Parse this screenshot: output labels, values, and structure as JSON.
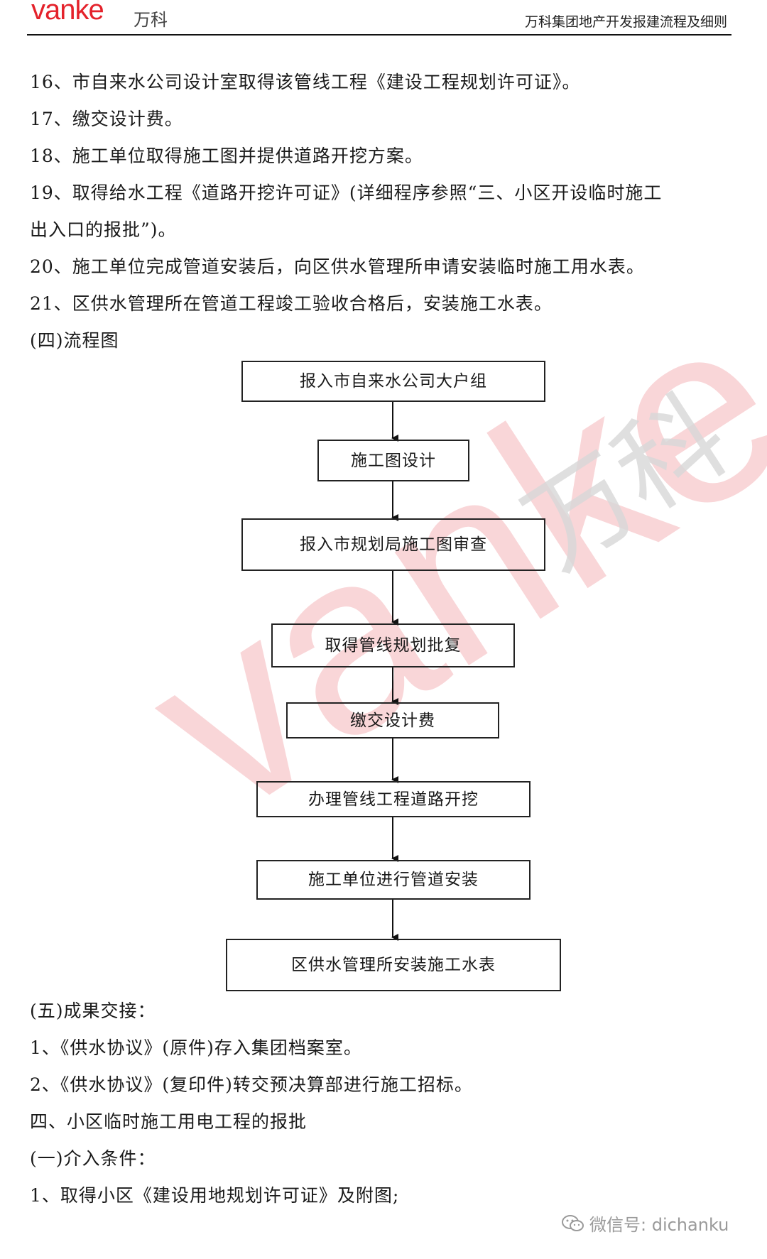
{
  "header": {
    "logo_text": "vanke",
    "logo_cn": "万科",
    "title": "万科集团地产开发报建流程及细则"
  },
  "watermark": {
    "latin": "vanke",
    "cn": "万科"
  },
  "lines_top": [
    "16、市自来水公司设计室取得该管线工程《建设工程规划许可证》。",
    "17、缴交设计费。",
    "18、施工单位取得施工图并提供道路开挖方案。",
    "19、取得给水工程《道路开挖许可证》(详细程序参照“三、小区开设临时施工",
    "出入口的报批”)。",
    "20、施工单位完成管道安装后，向区供水管理所申请安装临时施工用水表。",
    "21、区供水管理所在管道工程竣工验收合格后，安装施工水表。",
    "(四)流程图"
  ],
  "flowchart": {
    "steps": [
      "报入市自来水公司大户组",
      "施工图设计",
      "报入市规划局施工图审查",
      "取得管线规划批复",
      "缴交设计费",
      "办理管线工程道路开挖",
      "施工单位进行管道安装",
      "区供水管理所安装施工水表"
    ]
  },
  "lines_bottom": [
    "(五)成果交接：",
    "1、《供水协议》(原件)存入集团档案室。",
    "2、《供水协议》(复印件)转交预决算部进行施工招标。",
    "四、小区临时施工用电工程的报批",
    "(一)介入条件：",
    "1、取得小区《建设用地规划许可证》及附图;"
  ],
  "footer": {
    "wechat_label": "微信号: dichanku"
  }
}
